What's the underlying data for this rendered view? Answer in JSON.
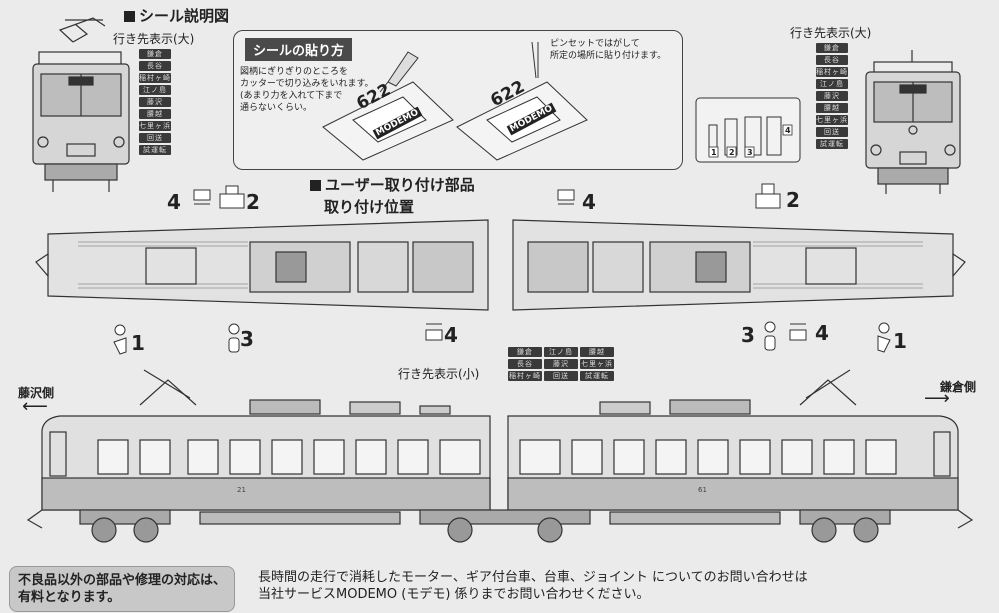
{
  "seal_section": {
    "title": "シール説明図"
  },
  "destination_large_left": {
    "label": "行き先表示(大)"
  },
  "destination_large_right": {
    "label": "行き先表示(大)"
  },
  "destination_small": {
    "label": "行き先表示(小)"
  },
  "destinations": [
    "鎌倉",
    "長谷",
    "稲村ヶ崎",
    "江ノ島",
    "藤沢",
    "腰越",
    "七里ヶ浜",
    "回送",
    "試運転"
  ],
  "howto": {
    "title": "シールの貼り方",
    "step1_line1": "図柄にぎりぎりのところを",
    "step1_line2": "カッターで切り込みをいれます。",
    "step1_line3": "(あまり力を入れて下まで",
    "step1_line4": "通らないくらい。",
    "step2_line1": "ピンセットではがして",
    "step2_line2": "所定の場所に貼り付けます。",
    "seal_number": "622",
    "seal_brand": "MODEMO"
  },
  "parts_section": {
    "title": "ユーザー取り付け部品",
    "subtitle": "取り付け位置"
  },
  "part_numbers": {
    "one": "1",
    "two": "2",
    "three": "3",
    "four": "4"
  },
  "car_numbers": {
    "left": "21",
    "right": "61"
  },
  "direction": {
    "left": "藤沢側",
    "right": "鎌倉側"
  },
  "footer": {
    "left_line1": "不良品以外の部品や修理の対応は、",
    "left_line2": "有料となります。",
    "right_line1": "長時間の走行で消耗したモーター、ギア付台車、台車、ジョイント についてのお問い合わせは",
    "right_line2": "当社サービスMODEMO (モデモ) 係りまでお問い合わせください。"
  },
  "colors": {
    "ink": "#222222",
    "paper": "#ebebeb",
    "chip": "#3a3a3a"
  }
}
